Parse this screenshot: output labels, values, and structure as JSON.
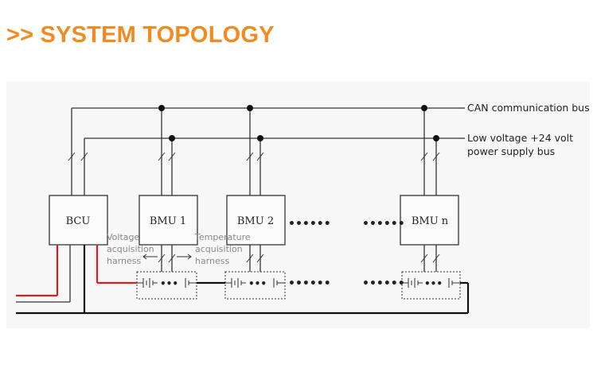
{
  "header": {
    "marker": ">>",
    "title": "SYSTEM TOPOLOGY",
    "accent_color": "#f28a1f"
  },
  "diagram": {
    "controllers": {
      "bcu": "BCU",
      "bmu1": "BMU 1",
      "bmu2": "BMU 2",
      "bmun": "BMU n"
    },
    "buses": {
      "can_label": "CAN communication bus",
      "power_line1": "Low voltage +24 volt",
      "power_line2": "power supply bus"
    },
    "harness": {
      "voltage_line1": "Voltage",
      "voltage_line2": "acquisition",
      "voltage_line3": "harness",
      "temperature_line1": "Temperature",
      "temperature_line2": "acquisition",
      "temperature_line3": "harness"
    },
    "continuation": "••••••",
    "cell_dots": "•••",
    "positive_color": "#d42020"
  }
}
